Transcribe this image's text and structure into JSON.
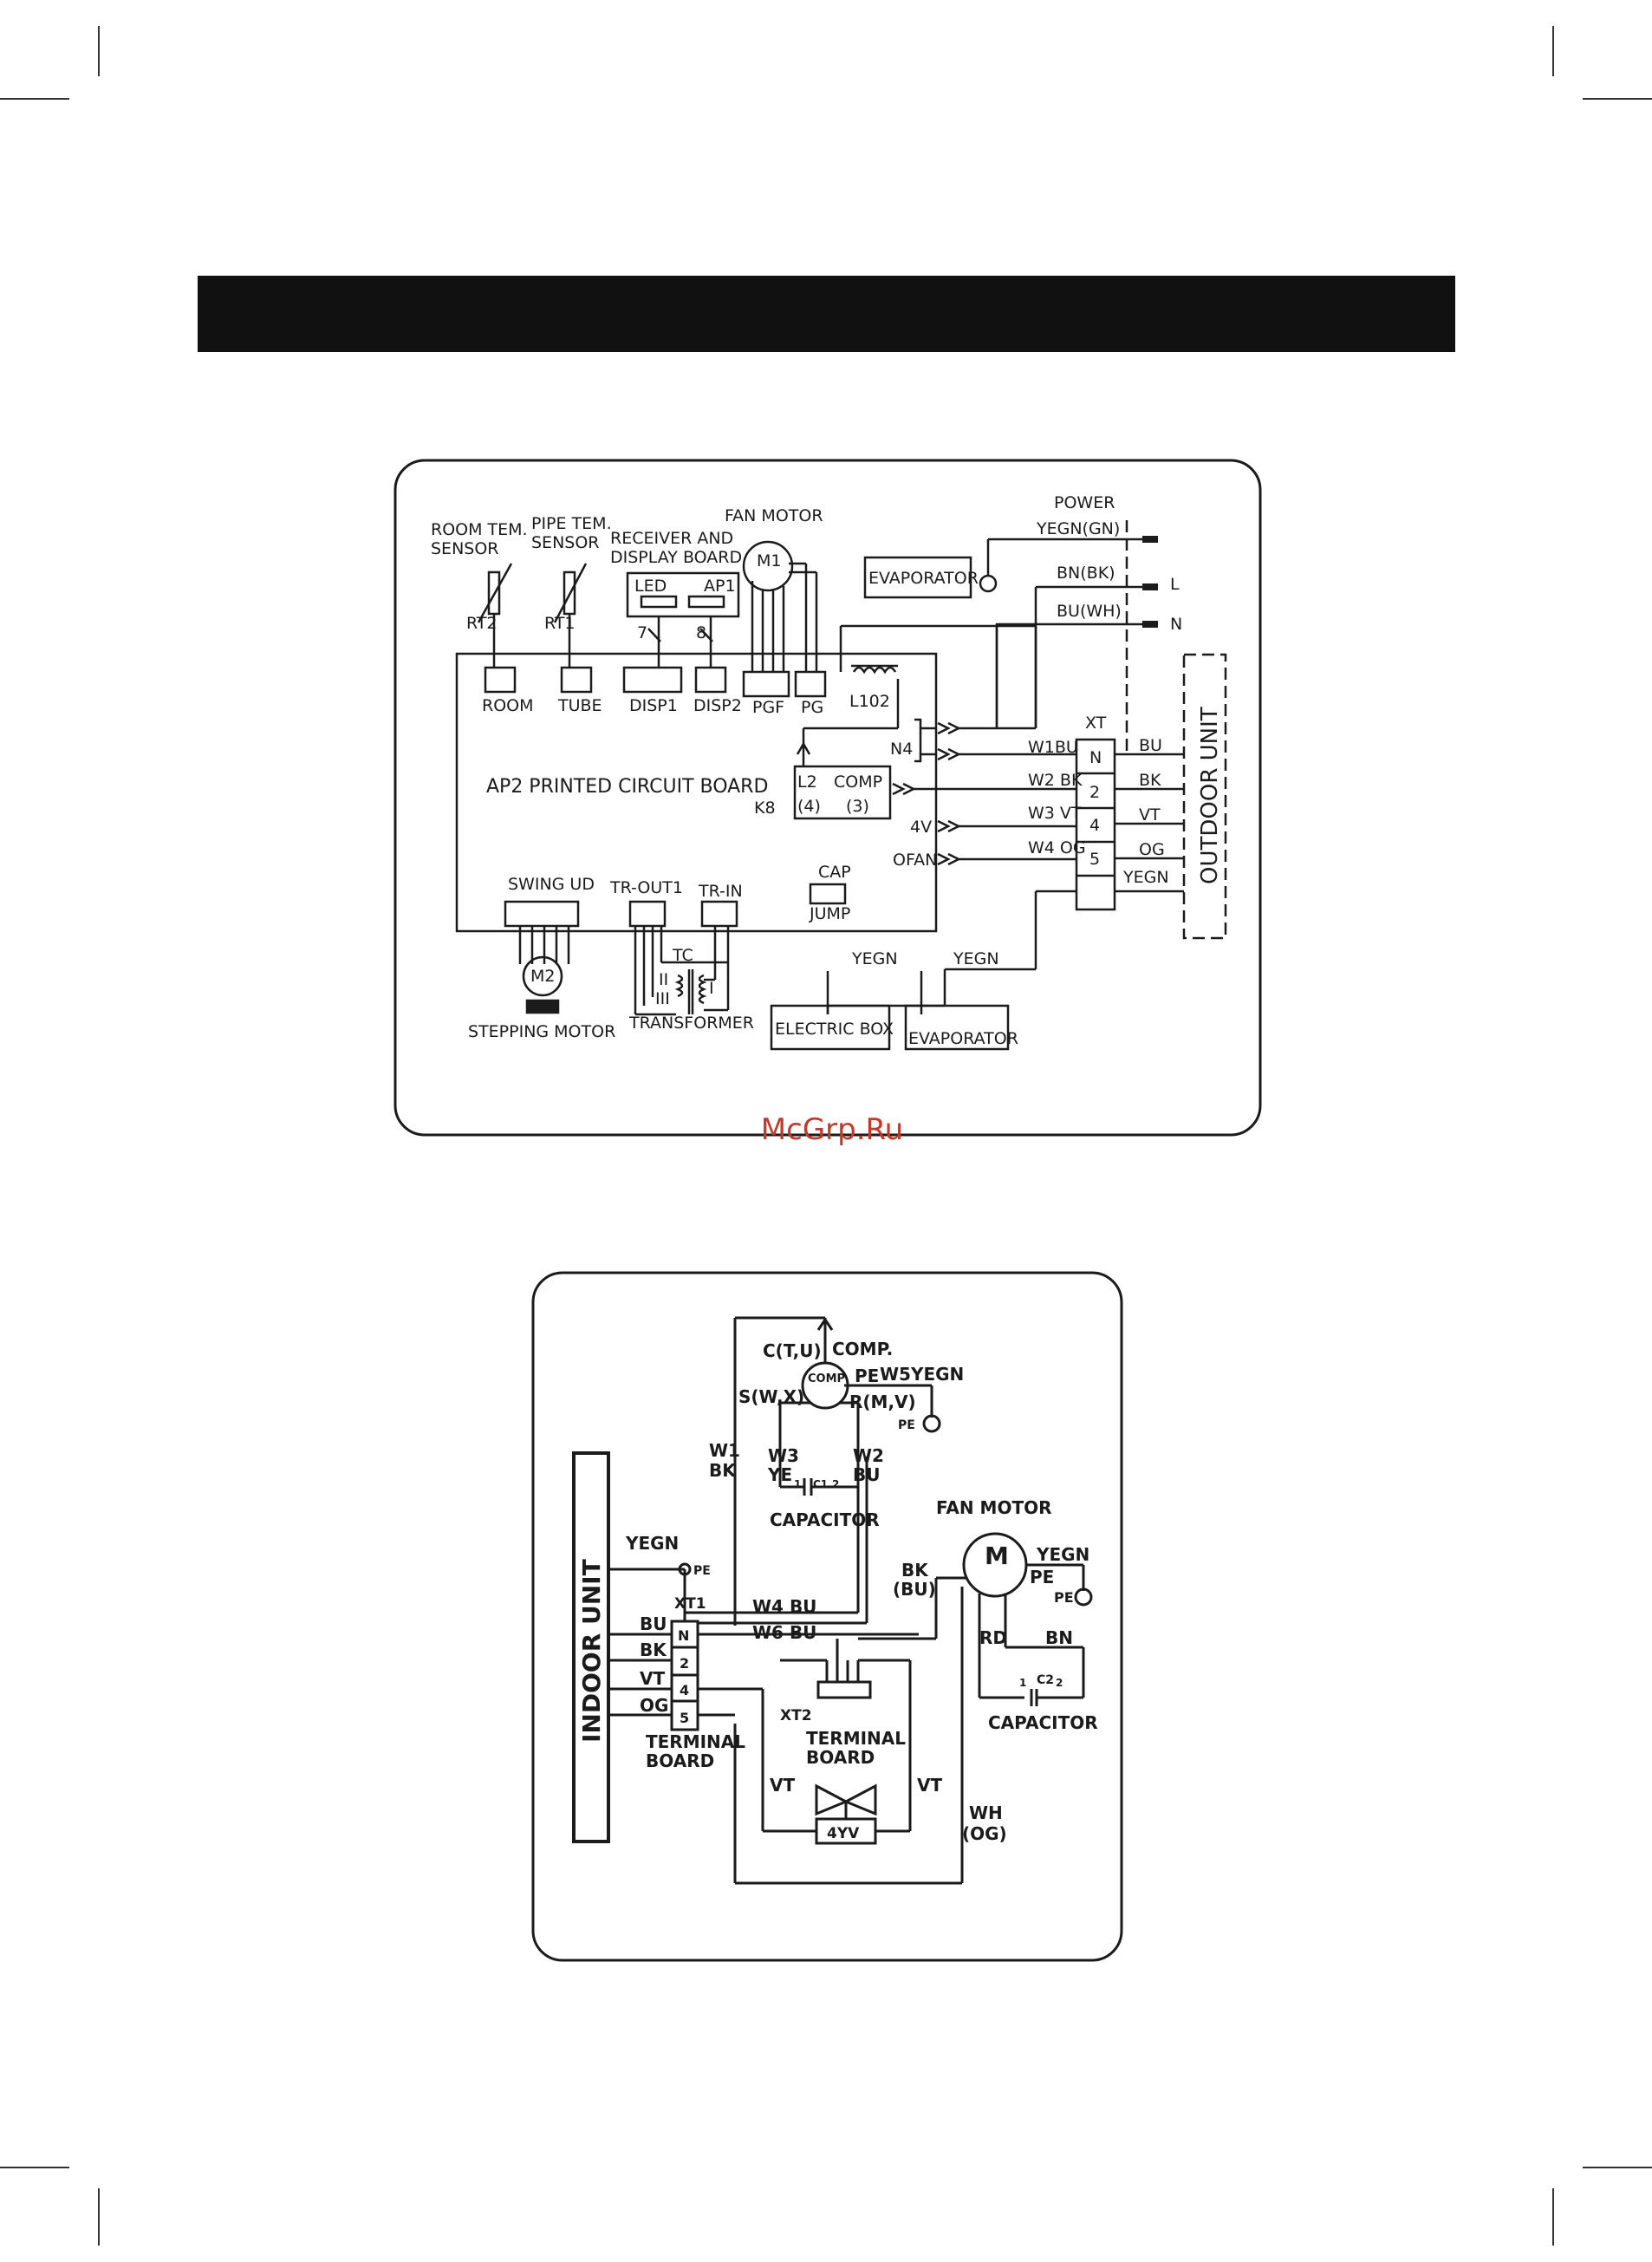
{
  "indoor": {
    "room_sensor": "ROOM TEM.\nSENSOR",
    "pipe_sensor": "PIPE TEM.\nSENSOR",
    "receiver_board": "RECEIVER AND\nDISPLAY BOARD",
    "fan_motor": "FAN MOTOR",
    "power": "POWER",
    "evaporator_top": "EVAPORATOR",
    "yegn_gn": "YEGN(GN)",
    "bn_bk": "BN(BK)",
    "bu_wh": "BU(WH)",
    "l_terminal": "L",
    "n_terminal": "N",
    "rt2": "RT2",
    "rt1": "RT1",
    "led": "LED",
    "ap1": "AP1",
    "m1": "M1",
    "wire7": "7",
    "wire8": "8",
    "room": "ROOM",
    "tube": "TUBE",
    "disp1": "DISP1",
    "disp2": "DISP2",
    "pgf": "PGF",
    "pg": "PG",
    "l102": "L102",
    "xt": "XT",
    "board_name": "AP2  PRINTED  CIRCUIT  BOARD",
    "k8": "K8",
    "l2": "L2",
    "l2_num": "(4)",
    "comp": "COMP",
    "comp_num": "(3)",
    "n4": "N4",
    "v4": "4V",
    "ofan": "OFAN",
    "w1bu": "W1BU",
    "w2bk": "W2 BK",
    "w3vt": "W3 VT",
    "w4og": "W4 OG",
    "xt_n": "N",
    "xt_2": "2",
    "xt_4": "4",
    "xt_5": "5",
    "bu": "BU",
    "bk": "BK",
    "vt": "VT",
    "og": "OG",
    "yegn": "YEGN",
    "outdoor_unit": "OUTDOOR  UNIT",
    "swing_ud": "SWING UD",
    "tr_out1": "TR-OUT1",
    "tr_in": "TR-IN",
    "cap": "CAP",
    "jump": "JUMP",
    "m2": "M2",
    "tc": "TC",
    "ii": "II",
    "iii": "III",
    "i": "I",
    "stepping_motor": "STEPPING MOTOR",
    "transformer": "TRANSFORMER",
    "yegn_left": "YEGN",
    "yegn_right": "YEGN",
    "electric_box": "ELECTRIC BOX",
    "evaporator_bottom": "EVAPORATOR"
  },
  "watermark": "McGrp.Ru",
  "outdoor": {
    "ctu": "C(T,U)",
    "comp_label": "COMP.",
    "comp_inner": "COMP",
    "pe_top": "PE",
    "w5yegn": "W5YEGN",
    "swx": "S(W,X)",
    "rmv": "R(M,V)",
    "pe_comp": "PE",
    "w1": "W1",
    "bk_w1": "BK",
    "w3": "W3",
    "ye": "YE",
    "w2": "W2",
    "bu_w2": "BU",
    "c1_1": "1",
    "c1": "C1",
    "c1_2": "2",
    "capacitor1": "CAPACITOR",
    "fan_motor": "FAN MOTOR",
    "m": "M",
    "yegn_fan": "YEGN",
    "pe_fan": "PE",
    "pe_fan_ground": "PE",
    "bk_bu_1": "BK",
    "bk_bu_2": "(BU)",
    "indoor_unit": "INDOOR  UNIT",
    "yegn_xt1": "YEGN",
    "pe_xt1": "PE",
    "xt1": "XT1",
    "bu_row": "BU",
    "bk_row": "BK",
    "vt_row": "VT",
    "og_row": "OG",
    "n_row": "N",
    "r2": "2",
    "r4": "4",
    "r5": "5",
    "w4bu": "W4 BU",
    "w6bu": "W6 BU",
    "rd": "RD",
    "bn": "BN",
    "c2_1": "1",
    "c2": "C2",
    "c2_2": "2",
    "capacitor2": "CAPACITOR",
    "xt2": "XT2",
    "terminal_board_1": "TERMINAL\nBOARD",
    "terminal_board_2": "TERMINAL\nBOARD",
    "vt_left": "VT",
    "vt_right": "VT",
    "yv": "4YV",
    "wh_og_1": "WH",
    "wh_og_2": "(OG)"
  }
}
